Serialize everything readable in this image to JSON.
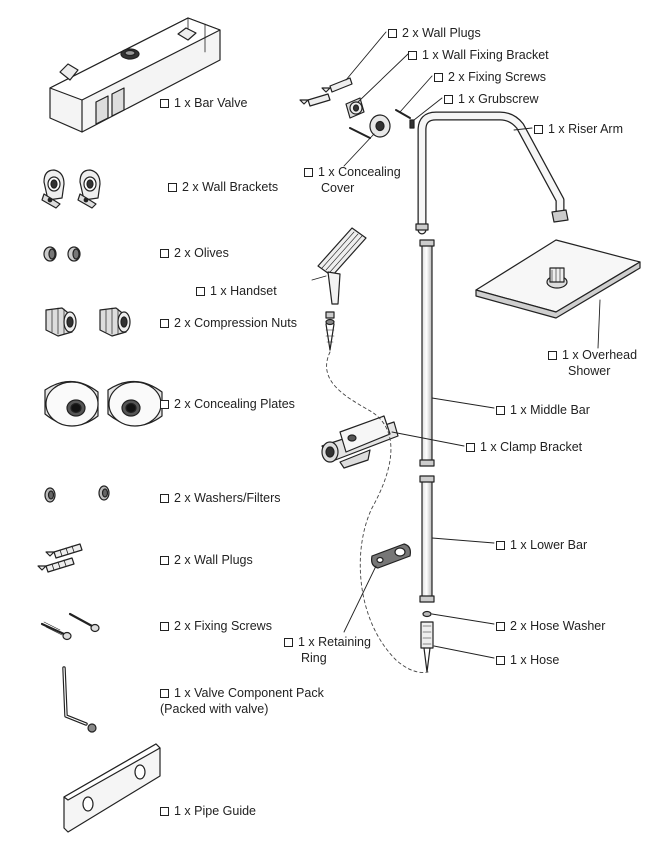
{
  "parts": {
    "bar_valve": "1 x Bar Valve",
    "wall_brackets": "2 x Wall Brackets",
    "olives": "2 x Olives",
    "compression_nuts": "2 x Compression Nuts",
    "concealing_plates": "2 x Concealing Plates",
    "washers_filters": "2 x Washers/Filters",
    "wall_plugs_left": "2 x Wall Plugs",
    "fixing_screws_left": "2 x Fixing Screws",
    "valve_component_pack": "1 x Valve Component Pack",
    "valve_component_pack_note": "(Packed with valve)",
    "pipe_guide": "1 x Pipe Guide",
    "wall_plugs_top": "2 x Wall Plugs",
    "wall_fixing_bracket": "1 x Wall Fixing Bracket",
    "fixing_screws_top": "2 x Fixing Screws",
    "grubscrew": "1 x Grubscrew",
    "riser_arm": "1 x Riser Arm",
    "concealing_cover_line1": "1 x Concealing",
    "concealing_cover_line2": "Cover",
    "handset": "1 x Handset",
    "overhead_shower_line1": "1 x Overhead",
    "overhead_shower_line2": "Shower",
    "middle_bar": "1 x Middle Bar",
    "clamp_bracket": "1 x Clamp Bracket",
    "lower_bar": "1 x Lower Bar",
    "retaining_ring_line1": "1 x Retaining",
    "retaining_ring_line2": "Ring",
    "hose_washer": "2 x Hose Washer",
    "hose": "1 x Hose"
  }
}
